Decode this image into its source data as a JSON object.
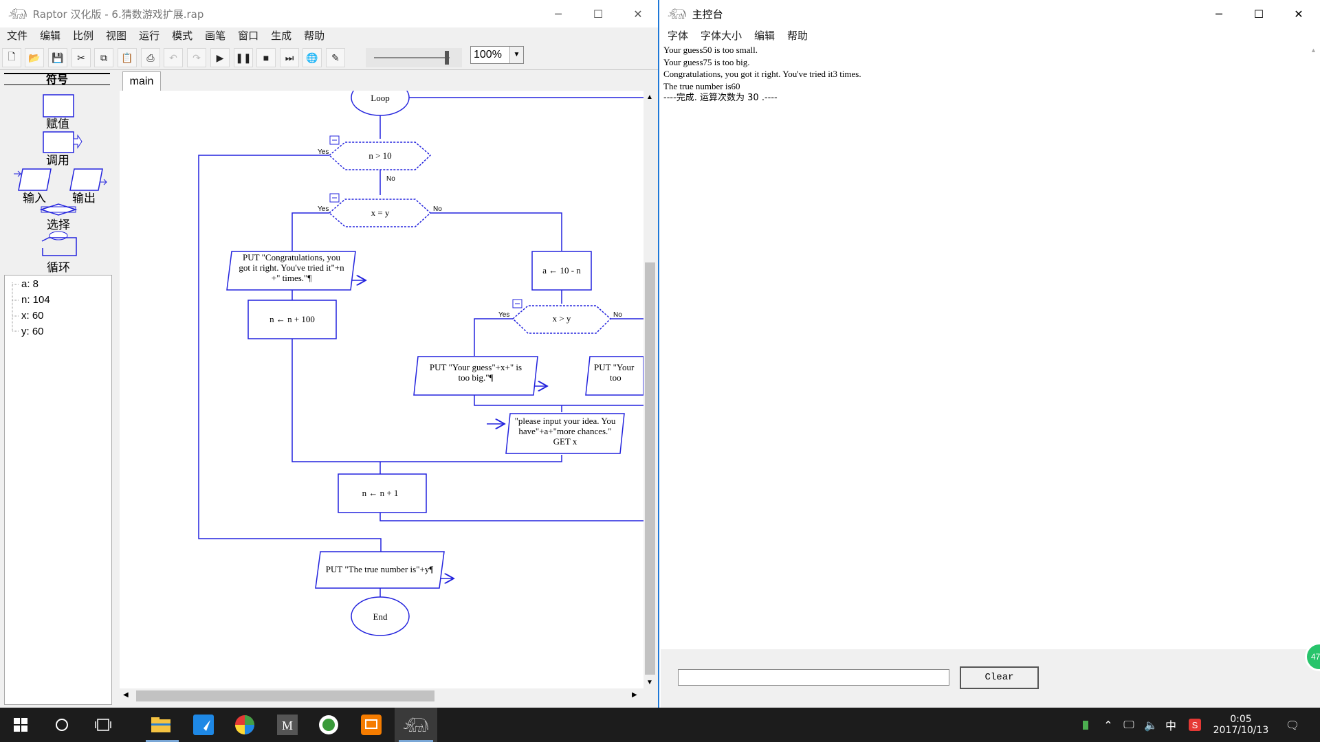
{
  "raptor": {
    "title": "Raptor 汉化版 - 6.猜数游戏扩展.rap",
    "menu": [
      "文件",
      "编辑",
      "比例",
      "视图",
      "运行",
      "模式",
      "画笔",
      "窗口",
      "生成",
      "帮助"
    ],
    "zoom": "100%",
    "symbols_header": "符号",
    "symbols": {
      "assign": "赋值",
      "call": "调用",
      "input": "输入",
      "output": "输出",
      "select": "选择",
      "loop": "循环"
    },
    "variables": [
      "a: 8",
      "n: 104",
      "x: 60",
      "y: 60"
    ],
    "tab": "main",
    "flow": {
      "loop": "Loop",
      "cond1": "n > 10",
      "yes": "Yes",
      "no": "No",
      "cond2": "x = y",
      "put_congrats": [
        "PUT \"Congratulations, you",
        "got it right. You've tried it\"+n",
        "+\" times.\"¶"
      ],
      "assign_n100": "n ← n + 100",
      "assign_a": "a ← 10 - n",
      "cond3": "x > y",
      "put_big": [
        "PUT \"Your guess\"+x+\" is",
        "too big.\"¶"
      ],
      "put_small": [
        "PUT \"Your",
        "too"
      ],
      "input_prompt": [
        "\"please input your idea. You",
        "have\"+a+\"more chances.\"",
        "GET x"
      ],
      "assign_n1": "n ← n + 1",
      "put_true": "PUT \"The true number is\"+y¶",
      "end": "End"
    }
  },
  "console": {
    "title": "主控台",
    "menu": [
      "字体",
      "字体大小",
      "编辑",
      "帮助"
    ],
    "lines": [
      "Your guess50 is too small.",
      "Your guess75 is too big.",
      "Congratulations, you got it right. You've tried it3 times.",
      "The true number is60"
    ],
    "done_line": "----完成. 运算次数为  30 .----",
    "clear_label": "Clear"
  },
  "taskbar": {
    "time": "0:05",
    "date": "2017/10/13",
    "ime": "中",
    "badge": "47"
  }
}
